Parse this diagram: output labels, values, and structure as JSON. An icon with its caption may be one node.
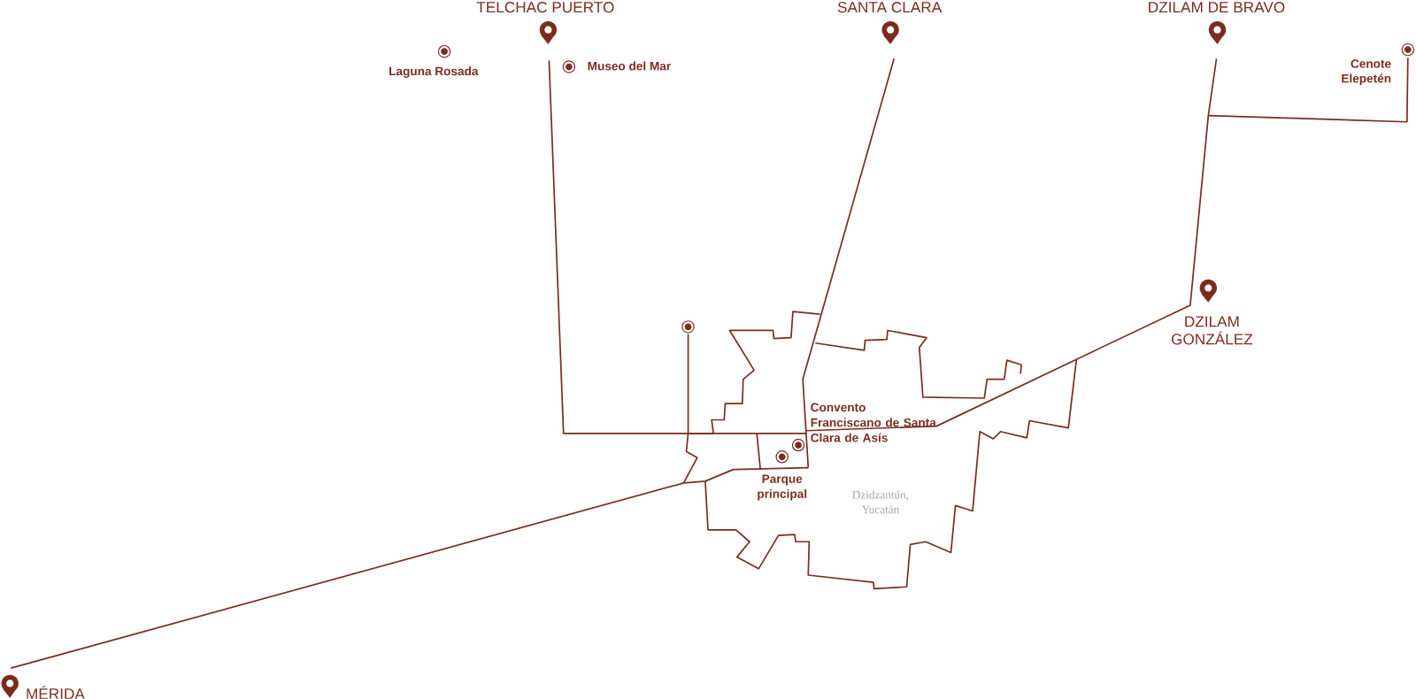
{
  "diagram": {
    "labels": [
      "TELCHAC PUERTO",
      "SANTA CLARA",
      "DZILAM DE BRAVO",
      "Cenote Elepetén",
      "Laguna Rosada",
      "Museo del Mar",
      "DZILAM GONZÁLEZ",
      "Convento Franciscano de Santa Clara de Asís",
      "Parque principal",
      "Dzidzantún, Yucatán",
      "MÉRIDA"
    ]
  }
}
